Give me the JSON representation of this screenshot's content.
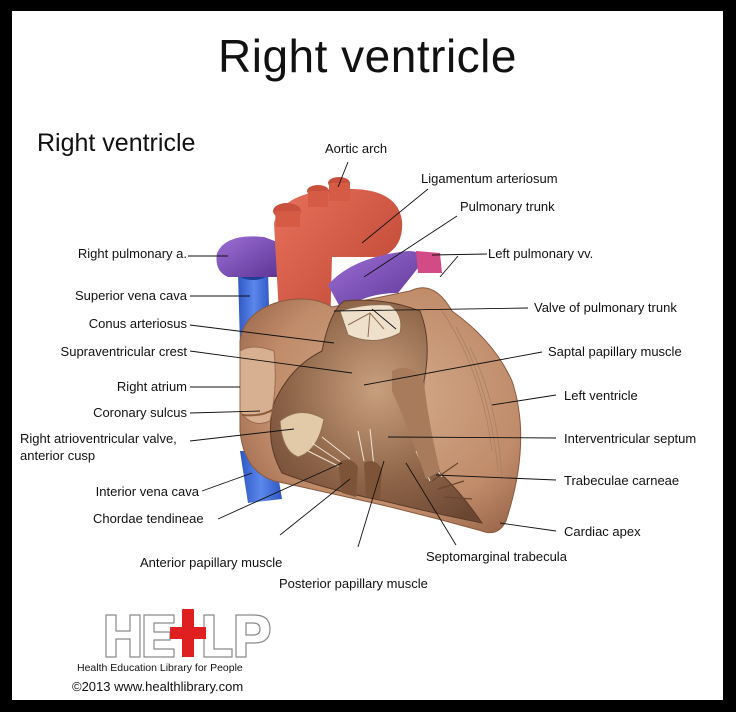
{
  "title": "Right ventricle",
  "subtitle": "Right ventricle",
  "labels": {
    "aortic_arch": "Aortic arch",
    "ligamentum_arteriosum": "Ligamentum arteriosum",
    "pulmonary_trunk": "Pulmonary trunk",
    "left_pulmonary_vv": "Left pulmonary vv.",
    "right_pulmonary_a": "Right pulmonary a.",
    "superior_vena_cava": "Superior vena cava",
    "conus_arteriosus": "Conus arteriosus",
    "supraventricular_crest": "Supraventricular crest",
    "right_atrium": "Right atrium",
    "coronary_sulcus": "Coronary sulcus",
    "right_av_valve_line1": "Right atrioventricular valve,",
    "right_av_valve_line2": "anterior cusp",
    "interior_vena_cava": "Interior vena cava",
    "chordae_tendineae": "Chordae tendineae",
    "anterior_papillary_muscle": "Anterior papillary muscle",
    "posterior_papillary_muscle": "Posterior papillary muscle",
    "septomarginal_trabecula": "Septomarginal trabecula",
    "cardiac_apex": "Cardiac apex",
    "trabeculae_carneae": "Trabeculae carneae",
    "interventricular_septum": "Interventricular septum",
    "left_ventricle": "Left ventricle",
    "saptal_papillary_muscle": "Saptal papillary muscle",
    "valve_of_pulmonary_trunk": "Valve of pulmonary trunk"
  },
  "logo": {
    "text": "HELP",
    "tagline": "Health Education Library for People"
  },
  "copyright": "©2013 www.healthlibrary.com",
  "colors": {
    "aorta": "#d9533f",
    "pulmonary_artery": "#7b4fb5",
    "vena_cava": "#3f6fd8",
    "myocardium": "#c89a7a",
    "ventricle_interior": "#9b7457",
    "pulmonary_veins": "#d24a86",
    "logo_red": "#e02020"
  }
}
